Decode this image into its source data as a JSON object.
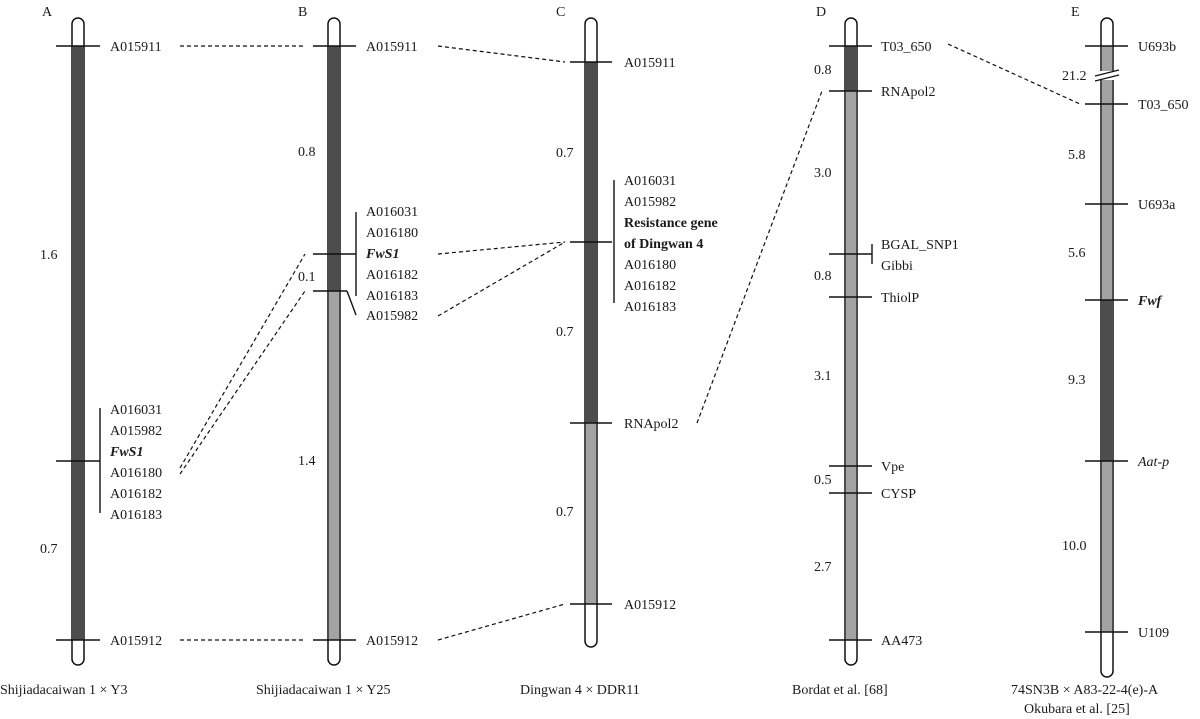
{
  "colors": {
    "dark": "#4d4d4d",
    "light": "#a3a3a3",
    "line": "#111111"
  },
  "maps": {
    "A": {
      "letter": "A",
      "caption": "Shijiadacaiwan 1 × Y3",
      "caption2": "",
      "distances": [
        "1.6",
        "0.7"
      ],
      "markers": [
        "A015911",
        "A016031",
        "A015982",
        "FwS1",
        "A016180",
        "A016182",
        "A016183",
        "A015912"
      ]
    },
    "B": {
      "letter": "B",
      "caption": "Shijiadacaiwan 1 × Y25",
      "caption2": "",
      "distances": [
        "0.8",
        "0.1",
        "1.4"
      ],
      "markers": [
        "A015911",
        "A016031",
        "A016180",
        "FwS1",
        "A016182",
        "A016183",
        "A015982",
        "A015912"
      ]
    },
    "C": {
      "letter": "C",
      "caption": "Dingwan 4 × DDR11",
      "caption2": "",
      "distances": [
        "0.7",
        "0.7",
        "0.7"
      ],
      "markers": [
        "A015911",
        "A016031",
        "A015982",
        "Resistance gene",
        "of Dingwan 4",
        "A016180",
        "A016182",
        "A016183",
        "RNApol2",
        "A015912"
      ]
    },
    "D": {
      "letter": "D",
      "caption": "Bordat et al. [68]",
      "caption2": "",
      "distances": [
        "0.8",
        "3.0",
        "0.8",
        "3.1",
        "0.5",
        "2.7"
      ],
      "markers": [
        "T03_650",
        "RNApol2",
        "BGAL_SNP1",
        "Gibbi",
        "ThiolP",
        "Vpe",
        "CYSP",
        "AA473"
      ]
    },
    "E": {
      "letter": "E",
      "caption": "74SN3B × A83-22-4(e)-A",
      "caption2": "Okubara et al. [25]",
      "distances": [
        "21.2",
        "5.8",
        "5.6",
        "9.3",
        "10.0"
      ],
      "markers": [
        "U693b",
        "T03_650",
        "U693a",
        "Fwf",
        "Aat-p",
        "U109"
      ]
    }
  }
}
